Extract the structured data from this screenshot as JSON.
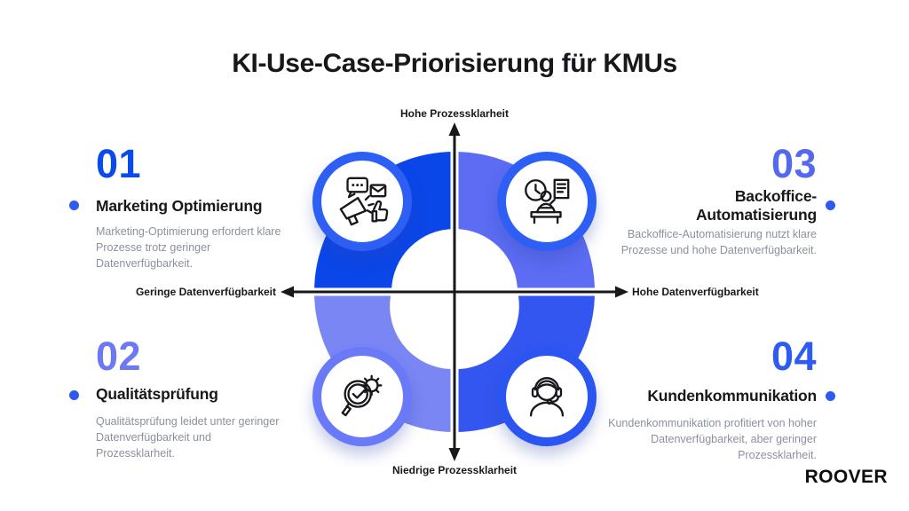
{
  "title": "KI-Use-Case-Priorisierung für KMUs",
  "brand": "ROOVER",
  "axes": {
    "top": "Hohe Prozessklarheit",
    "bottom": "Niedrige Prozessklarheit",
    "left": "Geringe Datenverfügbarkeit",
    "right": "Hohe Datenverfügbarkeit"
  },
  "quadrants": [
    {
      "number": "01",
      "title": "Marketing Optimierung",
      "description": "Marketing-Optimierung erfordert klare Prozesse trotz geringer Datenverfügbarkeit.",
      "position": "top-left",
      "icon": "megaphone-marketing-icon"
    },
    {
      "number": "02",
      "title": "Qualitätsprüfung",
      "description": "Qualitätsprüfung leidet unter geringer Datenverfügbarkeit und Prozessklarheit.",
      "position": "bottom-left",
      "icon": "quality-check-magnifier-icon"
    },
    {
      "number": "03",
      "title": "Backoffice-Automatisierung",
      "description": "Backoffice-Automatisierung nutzt klare Prozesse und hohe Datenverfügbarkeit.",
      "position": "top-right",
      "icon": "office-automation-icon"
    },
    {
      "number": "04",
      "title": "Kundenkommunikation",
      "description": "Kundenkommunikation profitiert von hoher Datenverfügbarkeit, aber geringer Prozessklarheit.",
      "position": "bottom-right",
      "icon": "customer-support-headset-icon"
    }
  ],
  "colors": {
    "ring_top_left": "#0b46e9",
    "ring_top_right": "#5c6cf3",
    "ring_bottom_left": "#7b86f5",
    "ring_bottom_right": "#3356f1",
    "icon_ring_top_left": "#2e5ff5",
    "icon_ring_top_right": "#2e5ff5",
    "icon_ring_bottom_left": "#6a79f7",
    "icon_ring_bottom_right": "#2b55f0",
    "q1_number": "#0a4ceb",
    "q2_number": "#6d79f3",
    "q3_number": "#5468f0",
    "q4_number": "#2e5cf2",
    "bullet": "#2e5af0",
    "axis": "#17181c",
    "heading_text": "#17181c",
    "body_text": "#8b919c"
  }
}
